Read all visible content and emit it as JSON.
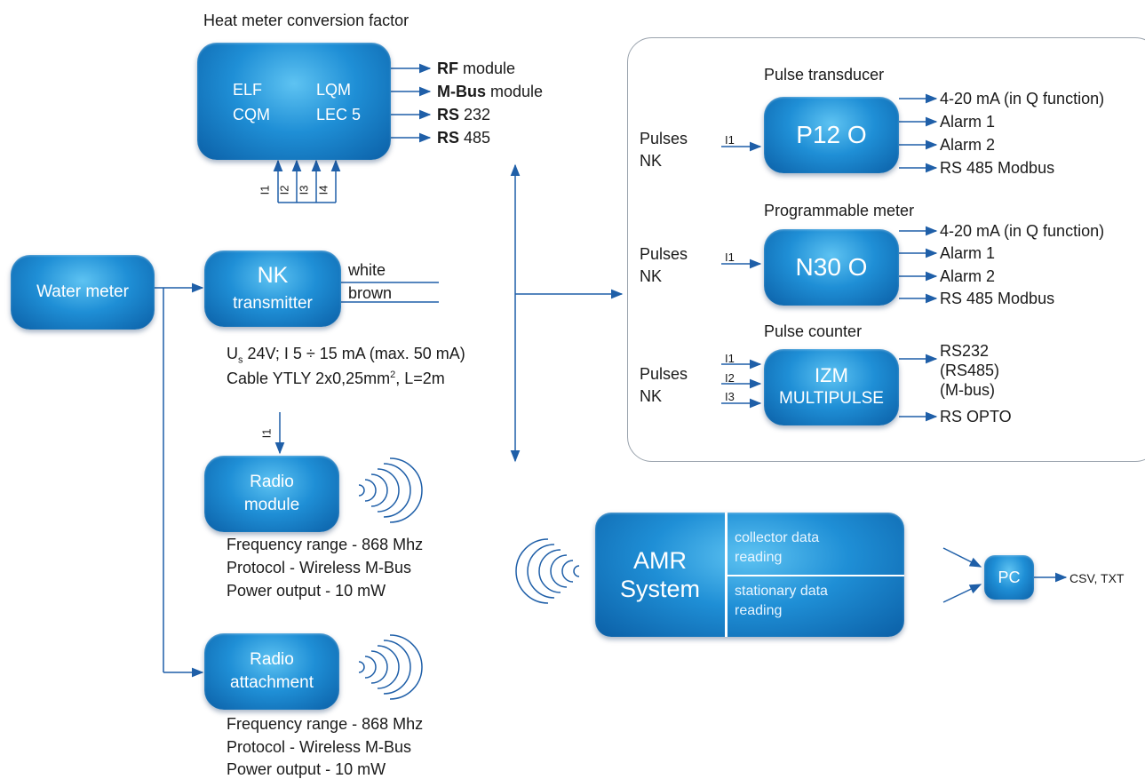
{
  "heat_meter": {
    "title": "Heat meter conversion factor",
    "box_left": [
      "ELF",
      "CQM"
    ],
    "box_right": [
      "LQM",
      "LEC 5"
    ],
    "outputs": [
      {
        "bold": "RF",
        "rest": " module"
      },
      {
        "bold": "M-Bus",
        "rest": " module"
      },
      {
        "bold": "RS",
        "rest": " 232"
      },
      {
        "bold": "RS",
        "rest": " 485"
      }
    ],
    "inputs": [
      "I1",
      "I2",
      "I3",
      "I4"
    ]
  },
  "water_meter": {
    "label": "Water meter"
  },
  "nk_transmitter": {
    "title": "NK",
    "subtitle": "transmitter",
    "wire_white": "white",
    "wire_brown": "brown",
    "spec_line1_u": "U",
    "spec_line1_sub": "s",
    "spec_line1_rest": " 24V; I 5 ÷ 15 mA (max. 50 mA)",
    "spec_line2_a": "Cable YTLY 2x0,25mm",
    "spec_line2_sup": "2",
    "spec_line2_b": ", L=2m",
    "input": "I1"
  },
  "radio_module": {
    "line1": "Radio",
    "line2": "module",
    "specs": [
      "Frequency range - 868 Mhz",
      "Protocol - Wireless M-Bus",
      "Power output - 10 mW"
    ]
  },
  "radio_attachment": {
    "line1": "Radio",
    "line2": "attachment",
    "specs": [
      "Frequency range - 868 Mhz",
      "Protocol - Wireless M-Bus",
      "Power output - 10 mW"
    ]
  },
  "pulse_transducer": {
    "title": "Pulse transducer",
    "box": "P12 O",
    "source_line1": "Pulses",
    "source_line2": "NK",
    "input": "I1",
    "outputs": [
      "4-20 mA (in Q function)",
      "Alarm 1",
      "Alarm 2",
      "RS 485 Modbus"
    ]
  },
  "programmable_meter": {
    "title": "Programmable meter",
    "box": "N30 O",
    "source_line1": "Pulses",
    "source_line2": "NK",
    "input": "I1",
    "outputs": [
      "4-20 mA (in Q function)",
      "Alarm 1",
      "Alarm 2",
      "RS 485 Modbus"
    ]
  },
  "pulse_counter": {
    "title": "Pulse counter",
    "box_line1": "IZM",
    "box_line2": "MULTIPULSE",
    "source_line1": "Pulses",
    "source_line2": "NK",
    "inputs": [
      "I1",
      "I2",
      "I3"
    ],
    "outputs": [
      "RS232",
      "(RS485)",
      "(M-bus)",
      "RS OPTO"
    ]
  },
  "amr": {
    "line1": "AMR",
    "line2": "System",
    "right_top_1": "collector data",
    "right_top_2": "reading",
    "right_bottom_1": "stationary data",
    "right_bottom_2": "reading"
  },
  "pc": {
    "label": "PC",
    "output": "CSV, TXT"
  },
  "colors": {
    "line": "#1f5fa8",
    "box_dark": "#0b5fa6",
    "box_light": "#5ec3f2",
    "frame": "#9aa3ad"
  }
}
